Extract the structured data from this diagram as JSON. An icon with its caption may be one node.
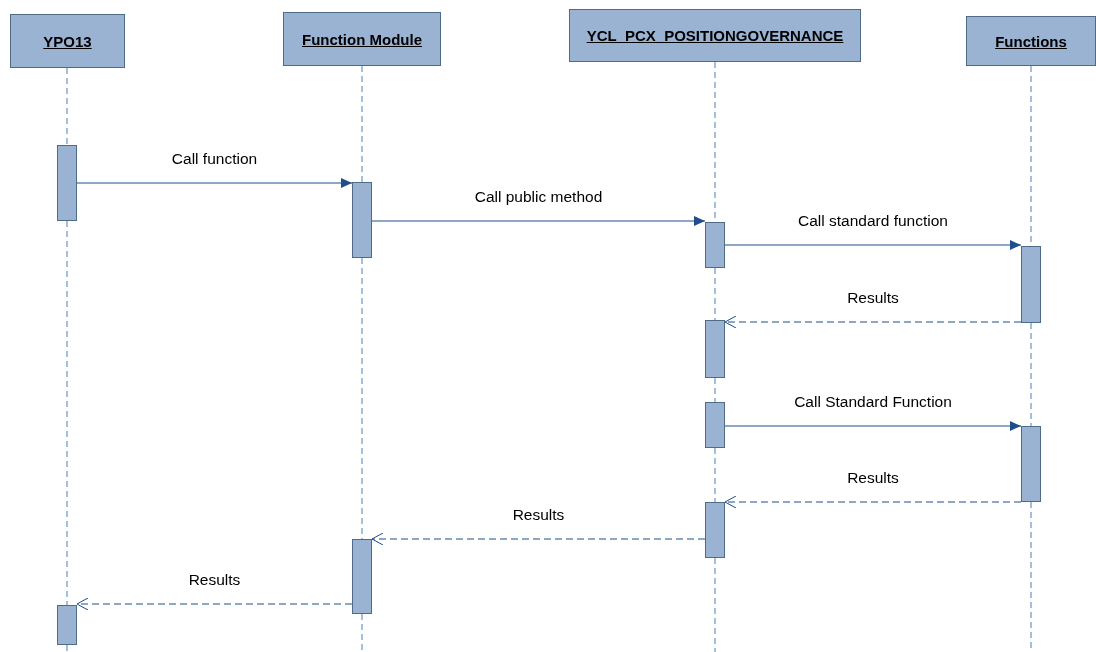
{
  "diagram": {
    "nodes": [
      {
        "text": [
          "YPO13"
        ]
      },
      {
        "text": [
          "Function Module"
        ]
      },
      {
        "text": [
          "YCL_PCX_POSITIONGOVERNANCE"
        ]
      },
      {
        "text": [
          "Functions"
        ]
      },
      {
        "text": [],
        "shape": "bar"
      },
      {
        "text": [],
        "shape": "bar"
      },
      {
        "text": [],
        "shape": "bar"
      },
      {
        "text": [],
        "shape": "bar"
      },
      {
        "text": [],
        "shape": "bar"
      },
      {
        "text": [],
        "shape": "bar"
      },
      {
        "text": [],
        "shape": "bar"
      },
      {
        "text": [],
        "shape": "bar"
      },
      {
        "text": [],
        "shape": "bar"
      },
      {
        "text": [],
        "shape": "bar"
      }
    ],
    "edges": [
      {
        "from": 4,
        "to": 5,
        "arrow": "to",
        "label": "Call function"
      },
      {
        "from": 5,
        "to": 6,
        "arrow": "to",
        "label": "Call public method"
      },
      {
        "from": 6,
        "to": 7,
        "arrow": "to",
        "label": "Call standard function"
      },
      {
        "from": 7,
        "to": 8,
        "arrow": "to",
        "label": "Results",
        "style": "dashed"
      },
      {
        "from": 9,
        "to": 10,
        "arrow": "to",
        "label": "Call Standard Function"
      },
      {
        "from": 10,
        "to": 11,
        "arrow": "to",
        "label": "Results",
        "style": "dashed"
      },
      {
        "from": 11,
        "to": 12,
        "arrow": "to",
        "label": "Results",
        "style": "dashed"
      },
      {
        "from": 12,
        "to": 13,
        "arrow": "to",
        "label": "Results",
        "style": "dashed"
      },
      {
        "from": 0,
        "to": 4,
        "arrow": "none",
        "style": "dashed",
        "color": "#4a7ebb"
      },
      {
        "from": 4,
        "to": 13,
        "arrow": "none",
        "style": "dashed",
        "color": "#4a7ebb"
      },
      {
        "from": 13,
        "to": null,
        "arrow": "none",
        "style": "dashed",
        "color": "#4a7ebb"
      },
      {
        "from": 1,
        "to": 5,
        "arrow": "none",
        "style": "dashed",
        "color": "#4a7ebb"
      },
      {
        "from": 5,
        "to": 12,
        "arrow": "none",
        "style": "dashed",
        "color": "#4a7ebb"
      },
      {
        "from": 12,
        "to": null,
        "arrow": "none",
        "style": "dashed",
        "color": "#4a7ebb"
      },
      {
        "from": 2,
        "to": 6,
        "arrow": "none",
        "style": "dashed",
        "color": "#4a7ebb"
      },
      {
        "from": 6,
        "to": 8,
        "arrow": "none",
        "style": "dashed",
        "color": "#4a7ebb"
      },
      {
        "from": 8,
        "to": 9,
        "arrow": "none",
        "style": "dashed",
        "color": "#4a7ebb"
      },
      {
        "from": 9,
        "to": 11,
        "arrow": "none",
        "style": "dashed",
        "color": "#4a7ebb"
      },
      {
        "from": 11,
        "to": null,
        "arrow": "none",
        "style": "dashed",
        "color": "#4a7ebb"
      },
      {
        "from": 3,
        "to": 7,
        "arrow": "none",
        "style": "dashed",
        "color": "#4a7ebb"
      },
      {
        "from": 7,
        "to": 10,
        "arrow": "none",
        "style": "dashed",
        "color": "#4a7ebb"
      },
      {
        "from": 10,
        "to": null,
        "arrow": "none",
        "style": "dashed",
        "color": "#4a7ebb"
      }
    ]
  }
}
